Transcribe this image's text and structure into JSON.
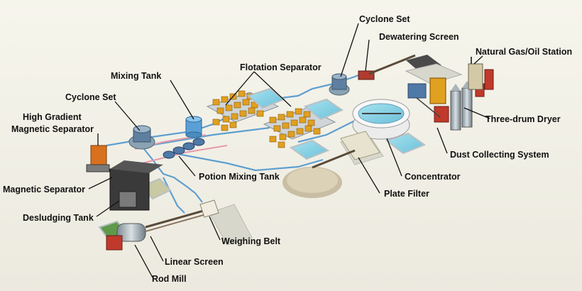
{
  "labels": {
    "cyclone_set_top": "Cyclone Set",
    "dewatering_screen": "Dewatering Screen",
    "natural_gas_station": "Natural Gas/Oil Station",
    "flotation_separator": "Flotation Separator",
    "mixing_tank": "Mixing Tank",
    "cyclone_set_left": "Cyclone Set",
    "high_gradient_line1": "High Gradient",
    "high_gradient_line2": "Magnetic Separator",
    "three_drum_dryer": "Three-drum Dryer",
    "dust_collecting_system": "Dust Collecting System",
    "potion_mixing_tank": "Potion Mixing Tank",
    "concentrator": "Concentrator",
    "magnetic_separator": "Magnetic Separator",
    "plate_filter": "Plate Filter",
    "desludging_tank": "Desludging Tank",
    "weighing_belt": "Weighing Belt",
    "linear_screen": "Linear Screen",
    "rod_mill": "Rod Mill"
  },
  "colors": {
    "background": "#f3f2e8",
    "flotation_yellow": "#e0a020",
    "pipe_blue": "#5f9fd0",
    "pool_water": "#8fd3e6",
    "leader_line": "#111111"
  }
}
